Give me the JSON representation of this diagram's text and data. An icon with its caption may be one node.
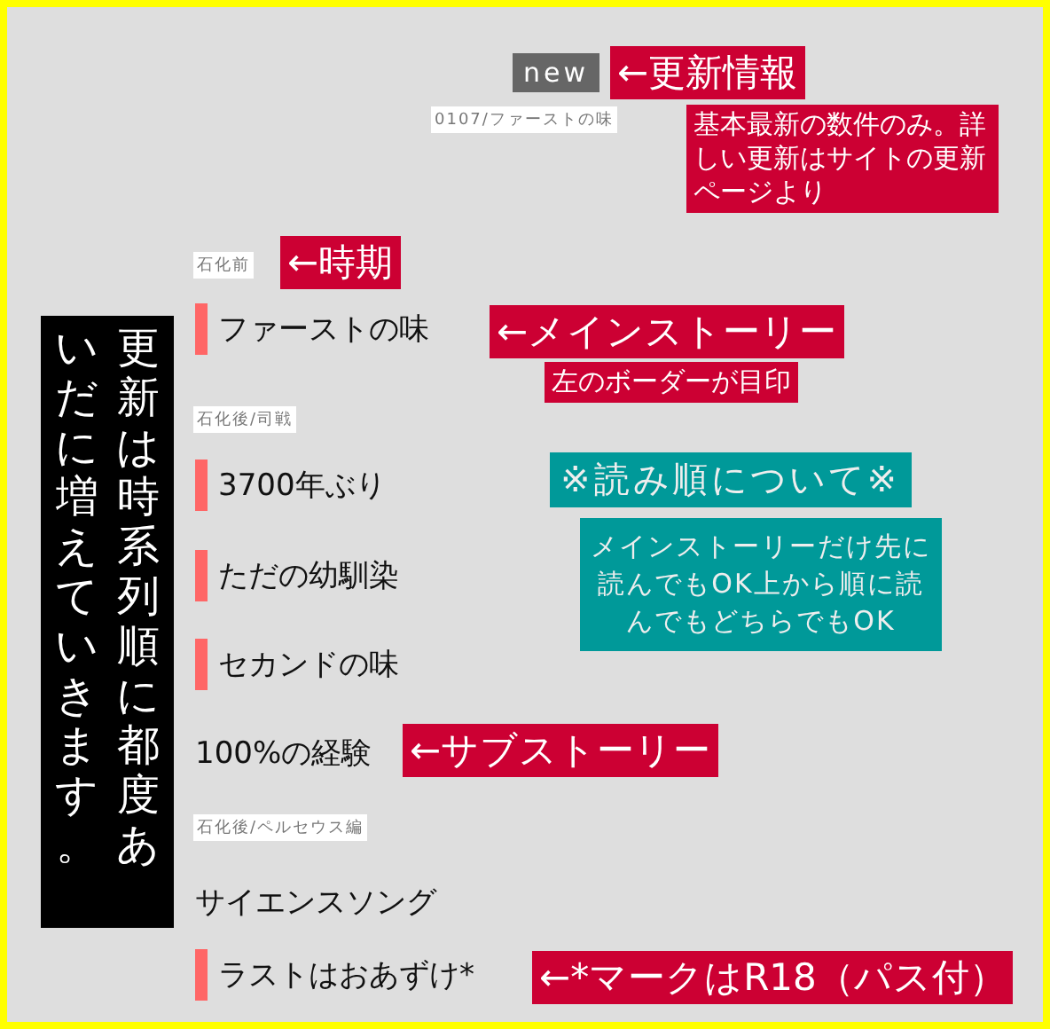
{
  "diagram": {
    "nodes": [
      {
        "text": [
          "new"
        ]
      },
      {
        "text": [
          "←更新情報"
        ]
      },
      {
        "text": [
          "0107/ファーストの味"
        ]
      },
      {
        "text": [
          "基本最新の数件のみ。詳しい更新はサイトの更新ページより"
        ]
      },
      {
        "text": [
          "石化前"
        ]
      },
      {
        "text": [
          "←時期"
        ]
      },
      {
        "text": [
          "ファーストの味"
        ]
      },
      {
        "text": [
          "←メインストーリー"
        ]
      },
      {
        "text": [
          "左のボーダーが目印"
        ]
      },
      {
        "text": [
          "石化後/司戦"
        ]
      },
      {
        "text": [
          "3700年ぶり"
        ]
      },
      {
        "text": [
          "※読み順について※"
        ]
      },
      {
        "text": [
          "ただの幼馴染"
        ]
      },
      {
        "text": [
          "メインストーリーだけ先に読んでもOK上から順に読んでもどちらでもOK"
        ]
      },
      {
        "text": [
          "セカンドの味"
        ]
      },
      {
        "text": [
          "←サブストーリー"
        ]
      },
      {
        "text": [
          "石化後/ペルセウス編"
        ]
      },
      {
        "text": [
          "ラストはおあずけ*"
        ]
      },
      {
        "text": [
          "←*マークはR18（パス付）"
        ]
      },
      {
        "text": [
          "更新は時系列順に都度あいだに増えていきます。"
        ]
      }
    ],
    "labels": [
      "100%の経験",
      "サイエンスソング"
    ]
  }
}
